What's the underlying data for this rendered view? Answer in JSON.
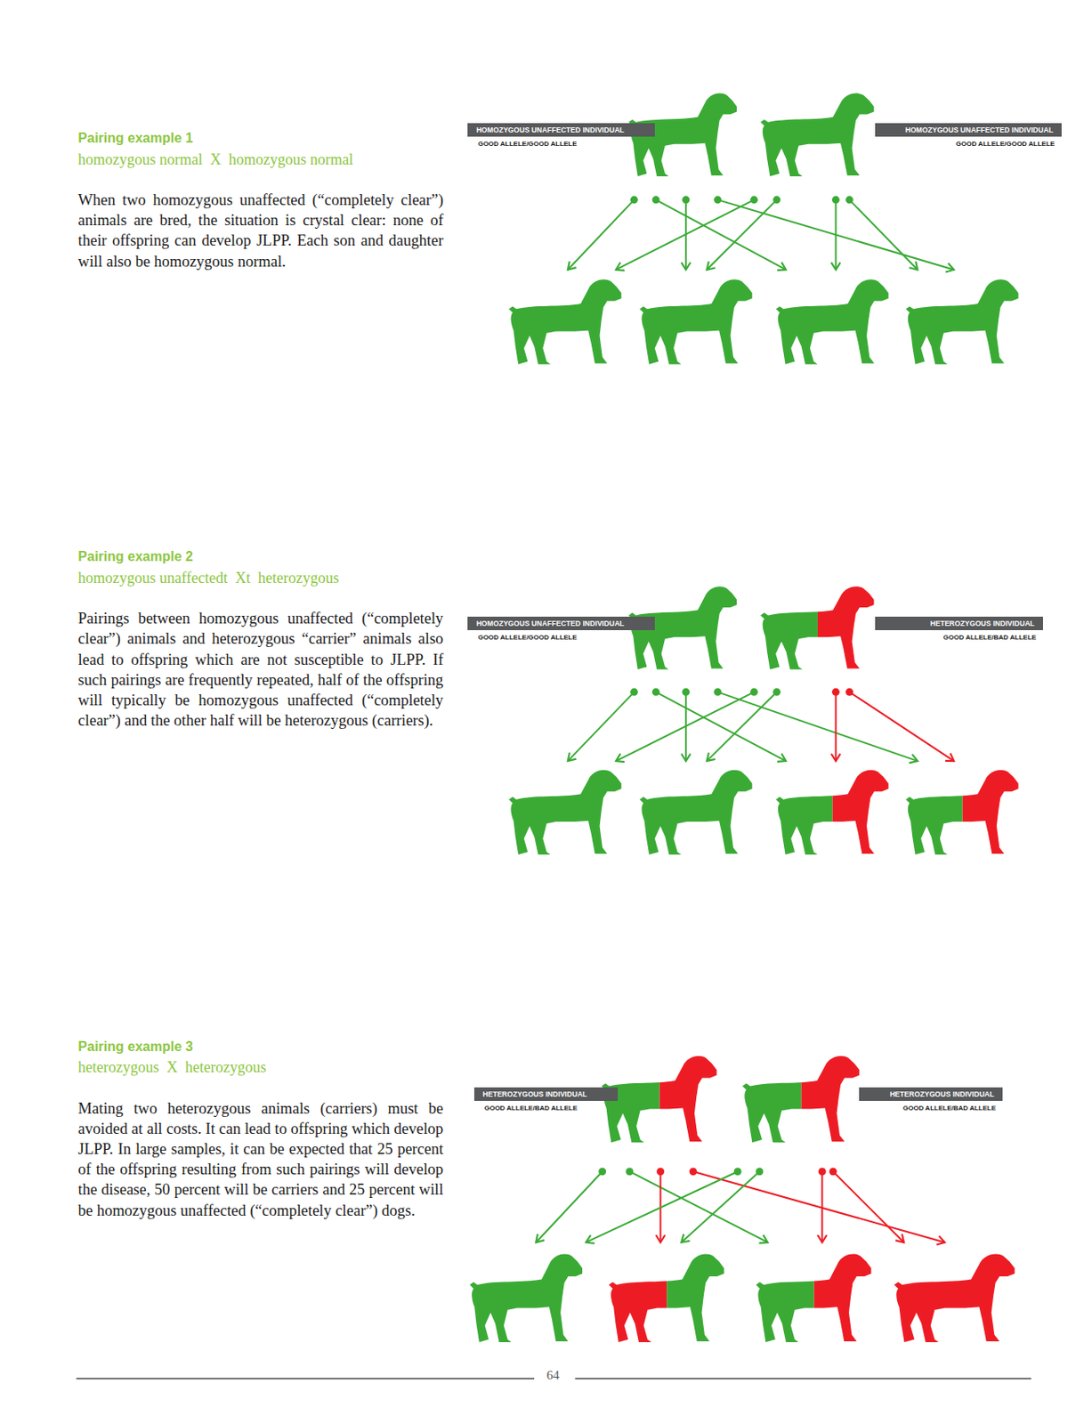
{
  "diagram": {
    "nodes": [
      {
        "text": [
          "HOMOZYGOUS UNAFFECTED INDIVIDUAL",
          "GOOD ALLELE/GOOD ALLELE"
        ]
      },
      {
        "text": [
          "HOMOZYGOUS UNAFFECTED INDIVIDUAL",
          "GOOD ALLELE/GOOD ALLELE"
        ]
      },
      {
        "text": [
          "HOMOZYGOUS UNAFFECTED INDIVIDUAL",
          "GOOD ALLELE/GOOD ALLELE"
        ]
      },
      {
        "text": [
          "HETEROZYGOUS INDIVIDUAL",
          "GOOD ALLELE/BAD ALLELE"
        ]
      },
      {
        "text": [
          "HETEROZYGOUS INDIVIDUAL",
          "GOOD ALLELE/BAD ALLELE"
        ]
      },
      {
        "text": [
          "HETEROZYGOUS INDIVIDUAL",
          "GOOD ALLELE/BAD ALLELE"
        ]
      }
    ],
    "labels": [
      "Pairing example 1",
      "homozygous normal  X  homozygous normal",
      "When two homozygous unaffected (“completely clear”) animals are bred, the situation is crystal clear: none of their offspring can develop JLPP. Each son and daughter will also be homozygous normal.",
      "Pairing example 2",
      "homozygous unaffectedt  Xt  heterozygous",
      "Pairings between homozygous unaffected (“completely clear”) animals and heterozygous “carrier” animals also lead to offspring which are not susceptible to JLPP. If such pairings are frequently repeated, half of the offspring will typically be homozygous unaffected (“completely clear”) and the other half will be heterozygous (carriers).",
      "Pairing example 3",
      "heterozygous  X  heterozygous",
      "Mating two heterozygous animals (carriers) must be avoided at all costs. It can lead to offspring which develop JLPP. In large samples, it can be expected that 25 percent of the offspring resulting from such pairings will develop the disease, 50 percent will be carriers and 25 percent will be homozygous unaffected (“completely clear”) dogs.",
      "64"
    ]
  }
}
